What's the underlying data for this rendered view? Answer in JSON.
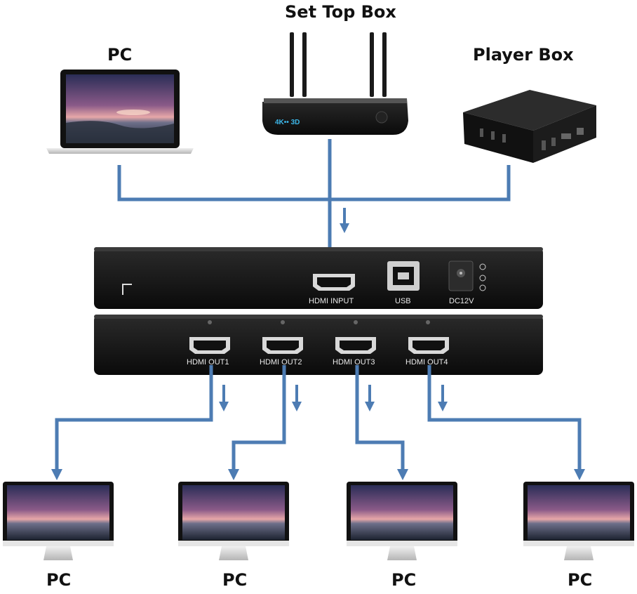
{
  "sources": {
    "pc": "PC",
    "set_top_box": "Set Top Box",
    "player_box": "Player Box"
  },
  "device": {
    "ports": {
      "hdmi_input": "HDMI  INPUT",
      "usb": "USB",
      "dc": "DC12V",
      "out1": "HDMI OUT1",
      "out2": "HDMI OUT2",
      "out3": "HDMI OUT3",
      "out4": "HDMI OUT4"
    },
    "stb_badge": "4K•• 3D"
  },
  "outputs": [
    "PC",
    "PC",
    "PC",
    "PC"
  ],
  "colors": {
    "line": "#4d7cb3",
    "device": "#0f0f0f",
    "device_top": "#2a2a2a",
    "label": "#111111"
  }
}
